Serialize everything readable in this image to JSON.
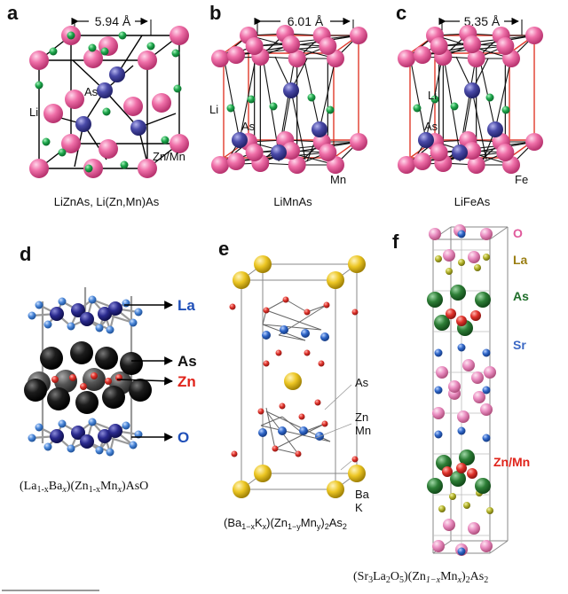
{
  "panels": {
    "a": {
      "label": "a",
      "dimension": "5.94 Å",
      "elements": [
        "As",
        "Li",
        "Zn/Mn"
      ],
      "caption": "LiZnAs, Li(Zn,Mn)As"
    },
    "b": {
      "label": "b",
      "dimension": "6.01 Å",
      "elements": [
        "Li",
        "As",
        "Mn"
      ],
      "caption": "LiMnAs"
    },
    "c": {
      "label": "c",
      "dimension": "5.35 Å",
      "elements": [
        "Li",
        "As",
        "Fe"
      ],
      "caption": "LiFeAs"
    },
    "d": {
      "label": "d",
      "elements": [
        "La",
        "As",
        "Zn",
        "O"
      ],
      "caption_parts": [
        "(La",
        "1-x",
        "Ba",
        "x",
        ")(Zn",
        "1-x",
        "Mn",
        "x",
        ")AsO"
      ]
    },
    "e": {
      "label": "e",
      "elements": [
        "As",
        "Zn",
        "Mn",
        "Ba",
        "K"
      ],
      "caption_parts": [
        "(Ba",
        "1−x",
        "K",
        "x",
        ")(Zn",
        "1−y",
        "Mn",
        "y",
        ")",
        "2",
        "As",
        "2"
      ]
    },
    "f": {
      "label": "f",
      "elements": [
        "O",
        "La",
        "As",
        "Sr",
        "Zn/Mn"
      ],
      "caption_parts": [
        "(Sr",
        "3",
        "La",
        "2",
        "O",
        "5",
        ")(Zn",
        "1−x",
        "Mn",
        "x",
        ")",
        "2",
        "As",
        "2"
      ]
    }
  },
  "colors": {
    "pink": "#e9609b",
    "blue": "#3d3d9c",
    "green": "#1aa048",
    "red": "#d9322c",
    "yellow": "#e8c21c",
    "darkgreen": "#2b7a34",
    "sr_blue": "#2d62c4",
    "label_la_d": "#1f4fb8",
    "label_zn_d": "#e0241b",
    "label_o_f": "#e05a9c",
    "label_la_f": "#9a7e12",
    "label_as_f": "#1f6e2a",
    "label_sr_f": "#3b68c4",
    "label_znmn_f": "#e0241b"
  }
}
